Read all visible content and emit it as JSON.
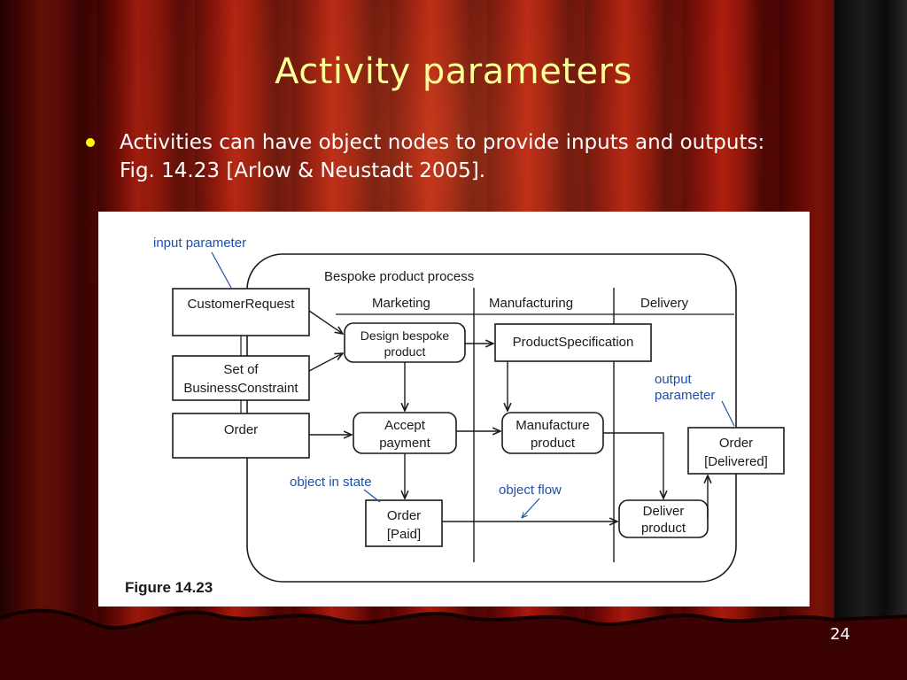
{
  "slide": {
    "title": "Activity parameters",
    "bullet_line1": "Activities can have object nodes to provide inputs and outputs:",
    "bullet_line2": "Fig. 14.23 [Arlow & Neustadt 2005].",
    "slide_number": "24"
  },
  "figure": {
    "caption": "Figure 14.23",
    "activity_name": "Bespoke product process",
    "annotations": {
      "input_parameter": "input parameter",
      "output_parameter_1": "output",
      "output_parameter_2": "parameter",
      "object_in_state": "object in state",
      "object_flow": "object flow"
    },
    "partitions": [
      "Marketing",
      "Manufacturing",
      "Delivery"
    ],
    "input_nodes": {
      "customer_request": "CustomerRequest",
      "constraint_1": "Set of",
      "constraint_2": "BusinessConstraint",
      "order": "Order"
    },
    "actions": {
      "design_1": "Design bespoke",
      "design_2": "product",
      "accept_1": "Accept",
      "accept_2": "payment",
      "manufacture_1": "Manufacture",
      "manufacture_2": "product",
      "deliver_1": "Deliver",
      "deliver_2": "product"
    },
    "objects": {
      "product_spec": "ProductSpecification",
      "order_paid_1": "Order",
      "order_paid_2": "[Paid]",
      "order_delivered_1": "Order",
      "order_delivered_2": "[Delivered]"
    }
  },
  "colors": {
    "title": "#ffff99",
    "bullet": "#ffff00",
    "annotation": "#1f4fa8"
  }
}
